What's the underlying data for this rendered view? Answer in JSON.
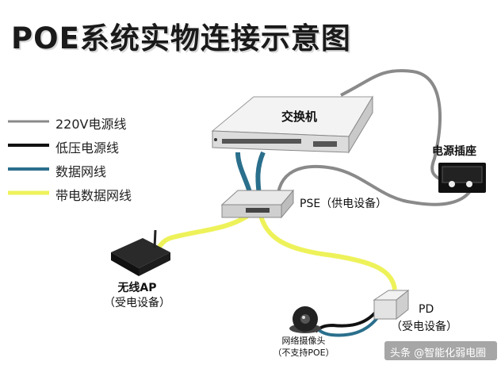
{
  "title": "POE系统实物连接示意图",
  "legend": [
    {
      "label": "220V电源线",
      "color": "#8a8a8a"
    },
    {
      "label": "低压电源线",
      "color": "#111111"
    },
    {
      "label": "数据网线",
      "color": "#2a6f8c"
    },
    {
      "label": "带电数据网线",
      "color": "#eef25a"
    }
  ],
  "devices": {
    "switch_label": "交换机",
    "outlet_label": "电源插座",
    "pse_label": "PSE（供电设备）",
    "ap_name": "无线AP",
    "ap_role": "（受电设备）",
    "pd_name": "PD",
    "pd_role": "（受电设备）",
    "camera_name": "网络摄像头",
    "camera_note": "（不支持POE）"
  },
  "watermark": "头条 @智能化弱电圈"
}
